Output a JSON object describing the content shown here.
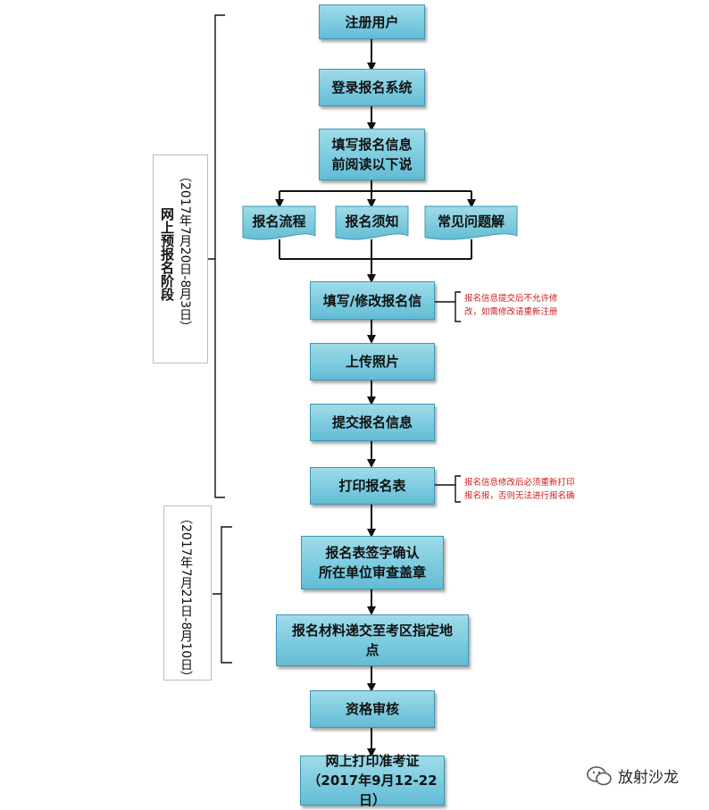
{
  "steps": {
    "register": "注册用户",
    "login": "登录报名系统",
    "read_before": "填写报名信息\n前阅读以下说",
    "fill_modify": "填写/修改报名信",
    "upload_photo": "上传照片",
    "submit_info": "提交报名信息",
    "print_form": "打印报名表",
    "sign_confirm": "报名表签字确认\n所在单位审查盖章",
    "deliver_materials": "报名材料递交至考区指定地\n点",
    "qualification_review": "资格审核",
    "print_admission": "网上打印准考证\n（2017年9月12-22日）"
  },
  "docs": {
    "process": "报名流程",
    "notice": "报名须知",
    "faq": "常见问题解"
  },
  "notes": {
    "no_modify_after_submit": "报名信息提交后不允许修\n改，如需修改请重新注册",
    "reprint_after_modify": "报名信息修改后必须重新打印\n报名报，否则无法进行报名确"
  },
  "stages": {
    "online_stage_name": "网上预报名阶段",
    "online_stage_dates": "（2017年7月20日-8月3日）",
    "confirm_stage_dates": "（2017年7月21日-8月10日）"
  },
  "watermark": {
    "text": "放射沙龙",
    "icon": "wechat-icon"
  },
  "colors": {
    "box_fill": "#7ccbdf",
    "box_border": "#3e98b3",
    "note_text": "#cc1b1b",
    "lines": "#111111"
  }
}
